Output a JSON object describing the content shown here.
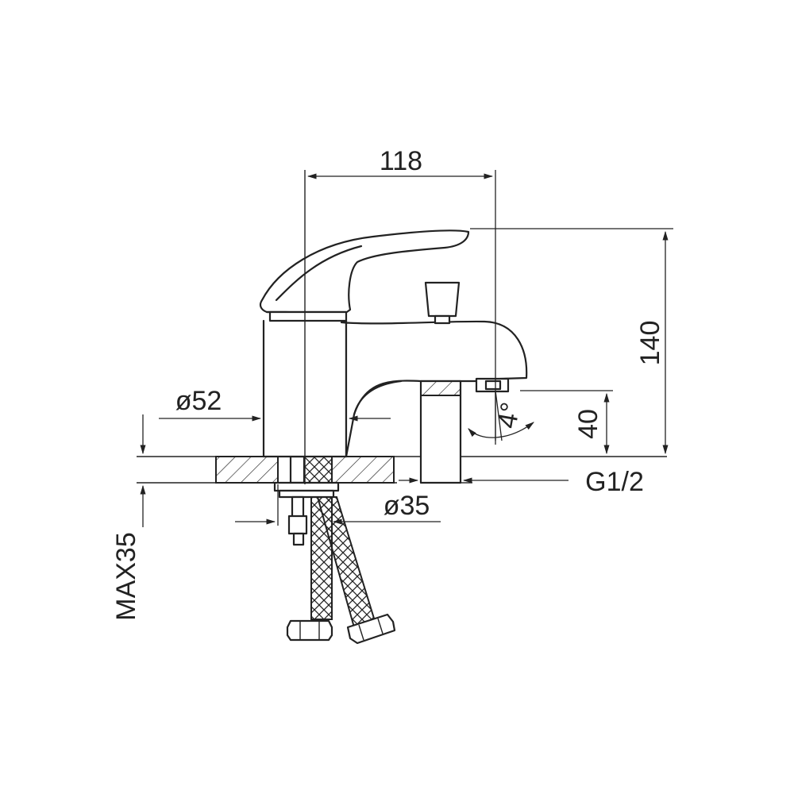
{
  "drawing": {
    "dimensions": {
      "width_top": "118",
      "height_total": "140",
      "spout_height": "40",
      "body_diameter": "ø52",
      "hole_diameter": "ø35",
      "max_thickness": "MAX35",
      "thread": "G1/2",
      "angle": "4°"
    }
  }
}
